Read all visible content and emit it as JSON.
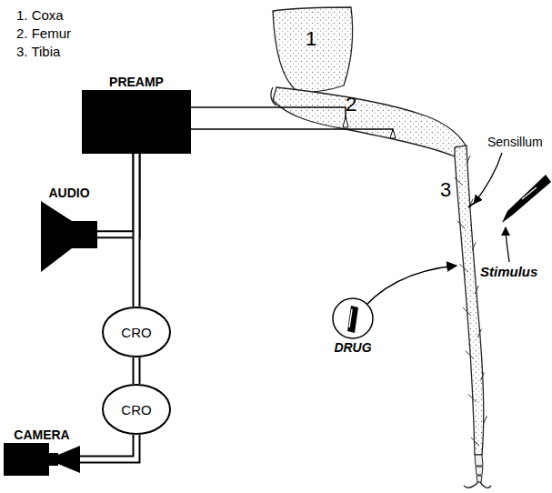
{
  "diagram": {
    "nodes": [
      {
        "text": [
          "PREAMP"
        ]
      },
      {
        "text": [
          "AUDIO"
        ]
      },
      {
        "text": [
          "CRO"
        ]
      },
      {
        "text": [
          "CRO"
        ]
      },
      {
        "text": [
          "CAMERA"
        ]
      },
      {
        "text": [
          "DRUG"
        ]
      }
    ],
    "edges": [
      {
        "from": 1,
        "to": 0,
        "arrow": "none"
      },
      {
        "from": 0,
        "to": 2,
        "arrow": "none"
      },
      {
        "from": 2,
        "to": 3,
        "arrow": "none"
      },
      {
        "from": 4,
        "to": 3,
        "arrow": "none"
      }
    ],
    "labels": [
      "1. Coxa",
      "2. Femur",
      "3. Tibia",
      "1",
      "2",
      "3",
      "Sensillum",
      "Stimulus"
    ]
  }
}
